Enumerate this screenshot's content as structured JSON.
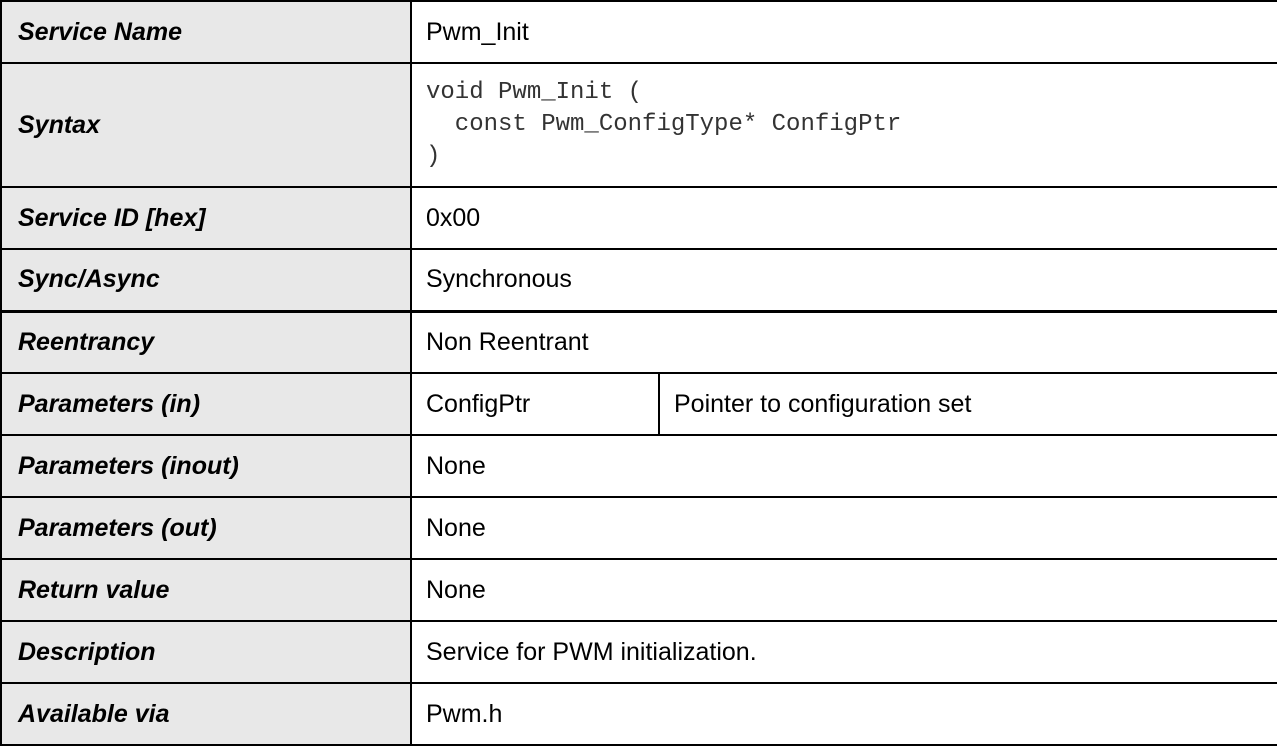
{
  "service_table": {
    "rows": [
      {
        "label": "Service Name",
        "value": "Pwm_Init"
      },
      {
        "label": "Syntax",
        "code": [
          "void Pwm_Init (",
          "  const Pwm_ConfigType* ConfigPtr",
          ")"
        ]
      },
      {
        "label": "Service ID [hex]",
        "value": "0x00"
      },
      {
        "label": "Sync/Async",
        "value": "Synchronous"
      },
      {
        "label": "Reentrancy",
        "value": "Non Reentrant"
      },
      {
        "label": "Parameters (in)",
        "param_name": "ConfigPtr",
        "param_desc": "Pointer to configuration set"
      },
      {
        "label": "Parameters (inout)",
        "value": "None"
      },
      {
        "label": "Parameters (out)",
        "value": "None"
      },
      {
        "label": "Return value",
        "value": "None"
      },
      {
        "label": "Description",
        "value": "Service for PWM initialization."
      },
      {
        "label": "Available via",
        "value": "Pwm.h"
      }
    ]
  }
}
